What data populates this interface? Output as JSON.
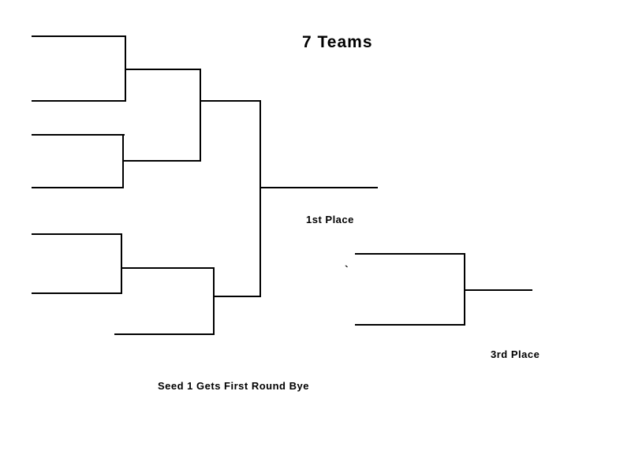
{
  "title": "7 Teams",
  "labels": {
    "first_place": "1st Place",
    "third_place": "3rd Place",
    "bye_note": "Seed 1 Gets First Round Bye",
    "stray_mark": "`"
  },
  "colors": {
    "line": "#000000",
    "background": "#ffffff",
    "text": "#000000"
  }
}
